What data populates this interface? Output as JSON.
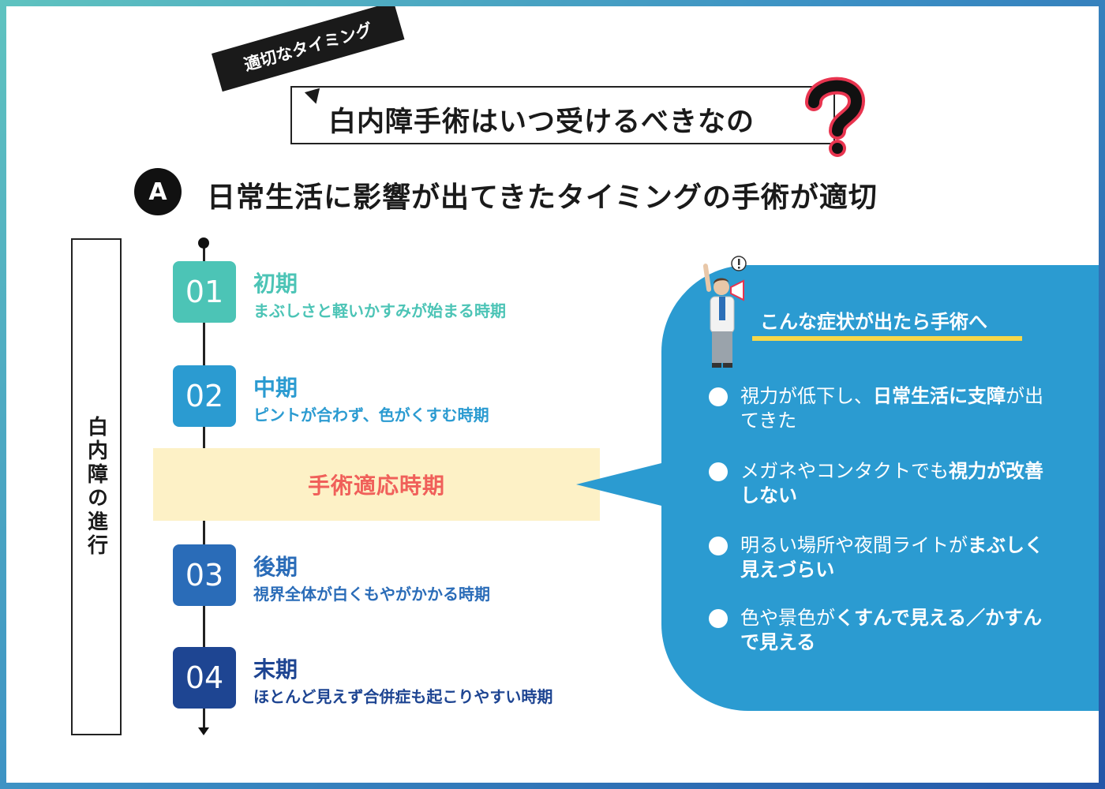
{
  "header": {
    "tag": "適切なタイミング",
    "title": "白内障手術はいつ受けるべきなの"
  },
  "answer": {
    "badge": "A",
    "text": "日常生活に影響が出てきたタイミングの手術が適切"
  },
  "progress_label": "白内障の進行",
  "stages": [
    {
      "num": "01",
      "name": "初期",
      "desc": "まぶしさと軽いかすみが始まる時期",
      "color": "#4cc4b6"
    },
    {
      "num": "02",
      "name": "中期",
      "desc": "ピントが合わず、色がくすむ時期",
      "color": "#2b9bd1"
    },
    {
      "num": "03",
      "name": "後期",
      "desc": "視界全体が白くもやがかかる時期",
      "color": "#2a6cb8"
    },
    {
      "num": "04",
      "name": "末期",
      "desc": "ほとんど見えず合併症も起こりやすい時期",
      "color": "#1e4592"
    }
  ],
  "surgery_period": "手術適応時期",
  "callout": {
    "title": "こんな症状が出たら手術へ",
    "symptoms": [
      {
        "plain_before": "視力が低下し、",
        "bold": "日常生活に支障",
        "plain_after": "が出てきた"
      },
      {
        "plain_before": "メガネやコンタクトでも",
        "bold": "視力が改善しない",
        "plain_after": ""
      },
      {
        "plain_before": "明るい場所や夜間ライトが",
        "bold": "まぶしく見えづらい",
        "plain_after": ""
      },
      {
        "plain_before": "色や景色が",
        "bold": "くすんで見える／かすんで見える",
        "plain_after": ""
      }
    ]
  },
  "colors": {
    "accent_red": "#f0605a",
    "bubble_blue": "#2b9bd1",
    "band_yellow": "#fdf1c6",
    "underline_yellow": "#f6d84a"
  }
}
